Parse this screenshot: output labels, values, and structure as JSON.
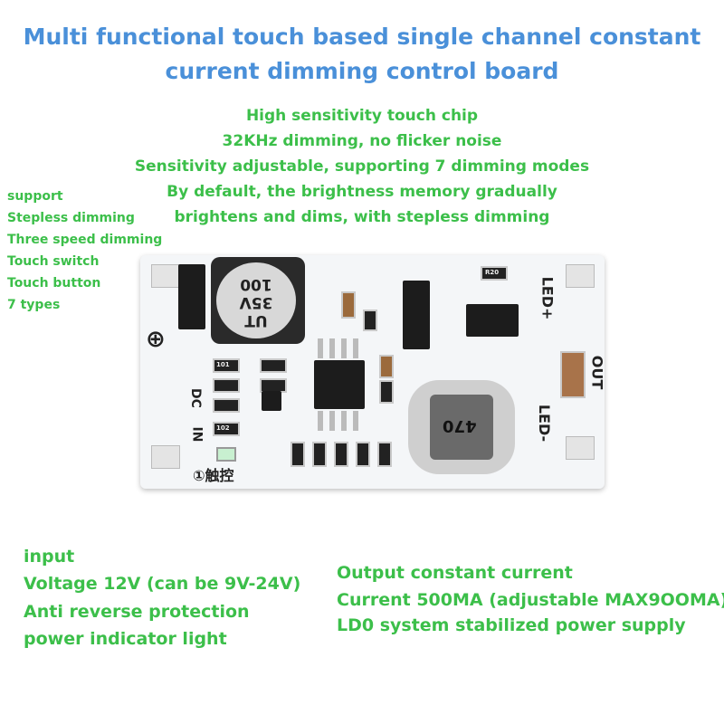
{
  "title": {
    "line1": "Multi functional touch based single channel constant",
    "line2": "current dimming control board"
  },
  "features": [
    "High sensitivity touch chip",
    "32KHz dimming, no flicker noise",
    "Sensitivity adjustable, supporting 7 dimming modes",
    "By default, the brightness memory gradually",
    "brightens and dims, with stepless dimming"
  ],
  "support": [
    "support",
    "Stepless dimming",
    "Three speed dimming",
    "Touch switch",
    "Touch button",
    "7 types"
  ],
  "input": [
    "input",
    "Voltage 12V (can be 9V-24V)",
    "Anti reverse protection",
    "power indicator light"
  ],
  "output": [
    "Output constant current",
    "Current 500MA (adjustable MAX9OOMA)",
    "LD0 system stabilized power supply"
  ],
  "board": {
    "cap_lines": [
      "UT",
      "35V",
      "100"
    ],
    "inductor": "470",
    "led_plus": "LED+",
    "led_minus": "LED-",
    "out": "OUT",
    "dc": "DC",
    "in": "IN",
    "plus_symbol": "⊕",
    "touch": "①触控",
    "res_r20": "R20",
    "res_101": "101",
    "res_102": "102"
  }
}
